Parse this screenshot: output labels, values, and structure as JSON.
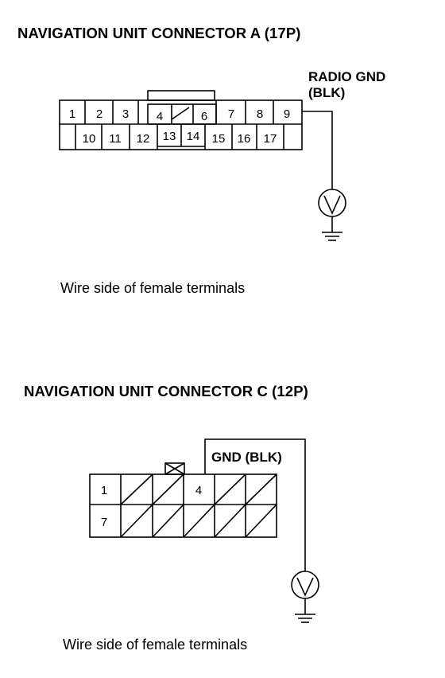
{
  "connector_a": {
    "title": "NAVIGATION UNIT CONNECTOR A (17P)",
    "wire_label_line1": "RADIO GND",
    "wire_label_line2": "(BLK)",
    "top_row": [
      "1",
      "2",
      "3",
      "4",
      "",
      "6",
      "7",
      "8",
      "9"
    ],
    "bottom_row": [
      "",
      "10",
      "11",
      "12",
      "13",
      "14",
      "15",
      "16",
      "17",
      ""
    ],
    "caption": "Wire side of female terminals"
  },
  "connector_c": {
    "title": "NAVIGATION UNIT CONNECTOR C (12P)",
    "wire_label": "GND (BLK)",
    "top_row": [
      "1",
      "",
      "",
      "4",
      "",
      ""
    ],
    "bottom_row": [
      "7",
      "",
      "",
      "",
      "",
      ""
    ],
    "caption": "Wire side of female terminals"
  },
  "symbols": [
    "voltmeter-icon",
    "ground-icon"
  ]
}
